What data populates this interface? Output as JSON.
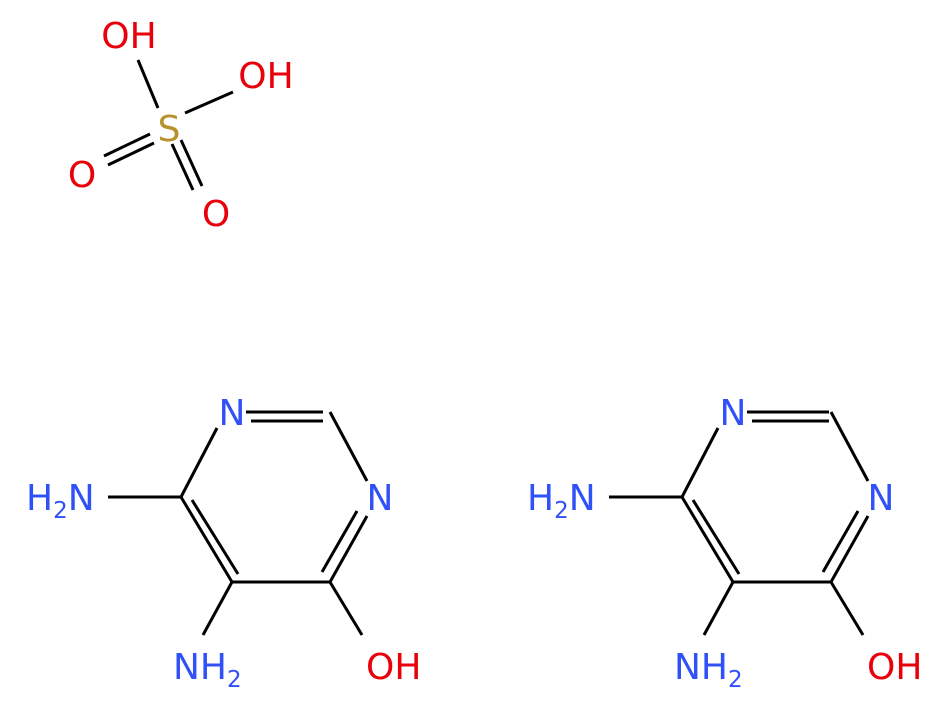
{
  "colors": {
    "background": "#ffffff",
    "bond": "#000000",
    "oxygen": "#e8000b",
    "sulfur": "#b5922b",
    "nitrogen": "#3050f8"
  },
  "sulfuric_acid": {
    "oh_top": "OH",
    "oh_right": "OH",
    "sulfur": "S",
    "o_left": "O",
    "o_bottom": "O"
  },
  "molecules": [
    {
      "n_top": "N",
      "n_right": "N",
      "amine_left": {
        "base": "H",
        "sub": "2",
        "tail": "N"
      },
      "amine_bottom": {
        "base": "NH",
        "sub": "2"
      },
      "hydroxyl": "OH"
    },
    {
      "n_top": "N",
      "n_right": "N",
      "amine_left": {
        "base": "H",
        "sub": "2",
        "tail": "N"
      },
      "amine_bottom": {
        "base": "NH",
        "sub": "2"
      },
      "hydroxyl": "OH"
    }
  ]
}
